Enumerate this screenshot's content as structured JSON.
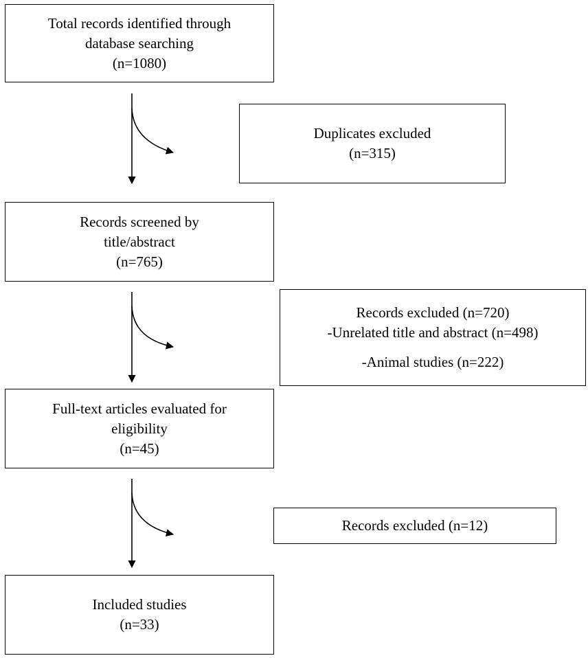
{
  "flow": {
    "identified": {
      "line1": "Total records identified through",
      "line2": "database searching",
      "count": "(n=1080)"
    },
    "duplicates": {
      "line1": "Duplicates excluded",
      "count": "(n=315)"
    },
    "screened": {
      "line1": "Records screened by",
      "line2": "title/abstract",
      "count": "(n=765)"
    },
    "excluded_screen": {
      "line1": "Records excluded (n=720)",
      "line2": "-Unrelated title and abstract (n=498)",
      "line3": "-Animal studies (n=222)"
    },
    "fulltext": {
      "line1": "Full-text articles evaluated for",
      "line2": "eligibility",
      "count": "(n=45)"
    },
    "excluded_fulltext": {
      "line1": "Records excluded (n=12)"
    },
    "included": {
      "line1": "Included studies",
      "count": "(n=33)"
    }
  }
}
